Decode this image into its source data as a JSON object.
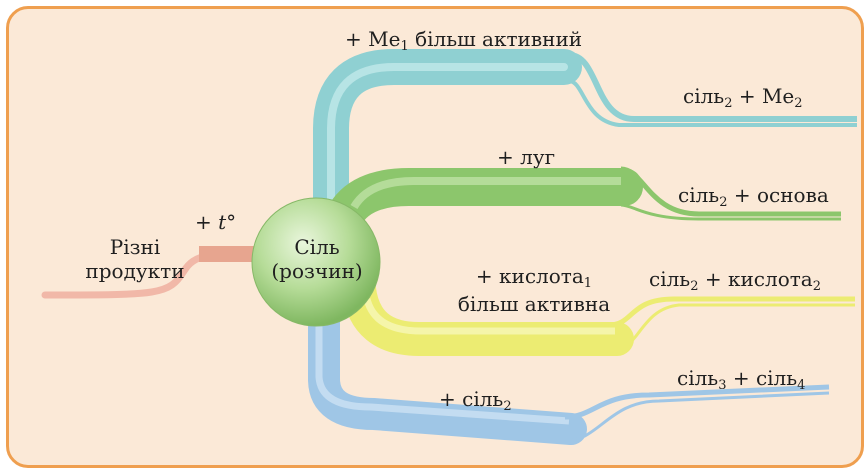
{
  "center": {
    "line1": "Сіль",
    "line2": "(розчин)"
  },
  "input": {
    "condition_prefix": "+ ",
    "condition_var": "t",
    "condition_suffix": "°",
    "line1": "Різні",
    "line2": "продукти"
  },
  "branches": [
    {
      "id": "metal",
      "reagent": "+ Me",
      "reagent_sub": "1",
      "reagent_rest": " більш активний",
      "product_a": "сіль",
      "product_a_sub": "2",
      "product_join": " + Me",
      "product_b_sub": "2",
      "color": "#8fd0d2"
    },
    {
      "id": "alkali",
      "reagent": "+ луг",
      "product_a": "сіль",
      "product_a_sub": "2",
      "product_join": " + основа",
      "color": "#8cc66c"
    },
    {
      "id": "acid",
      "reagent_line1": "+ кислота",
      "reagent_line1_sub": "1",
      "reagent_line2": "більш активна",
      "product_a": "сіль",
      "product_a_sub": "2",
      "product_join": " + кислота",
      "product_b_sub": "2",
      "color": "#ecec72"
    },
    {
      "id": "salt",
      "reagent": "+ сіль",
      "reagent_sub": "2",
      "product_a": "сіль",
      "product_a_sub": "3",
      "product_join": " + сіль",
      "product_b_sub": "4",
      "color": "#9fc6e6"
    }
  ],
  "colors": {
    "border": "#ef9f4f",
    "background": "#fbe9d7",
    "sphere": "#b6dc98",
    "input_tube": "#f1b8a8"
  }
}
